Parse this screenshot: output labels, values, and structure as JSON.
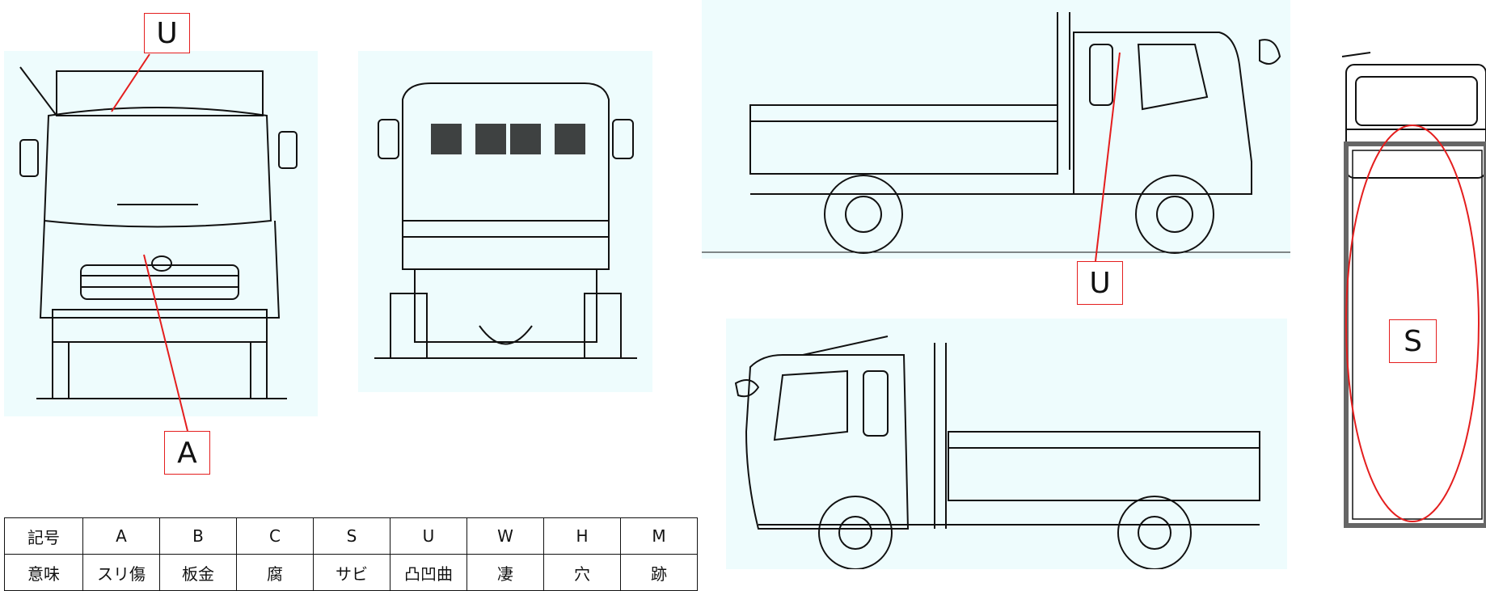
{
  "labels": {
    "front_u": "U",
    "front_a": "A",
    "side_u": "U",
    "top_s": "S"
  },
  "legend": {
    "header": "記号",
    "codes": [
      "A",
      "B",
      "C",
      "S",
      "U",
      "W",
      "H",
      "M"
    ],
    "row2_header": "意味",
    "meanings": [
      "スリ傷",
      "板金",
      "腐",
      "サビ",
      "凸凹曲",
      "凄",
      "穴",
      "跡"
    ]
  },
  "colors": {
    "panel_bg": "#eefcfd",
    "marker_red": "#e41e1e",
    "line": "#111111"
  }
}
